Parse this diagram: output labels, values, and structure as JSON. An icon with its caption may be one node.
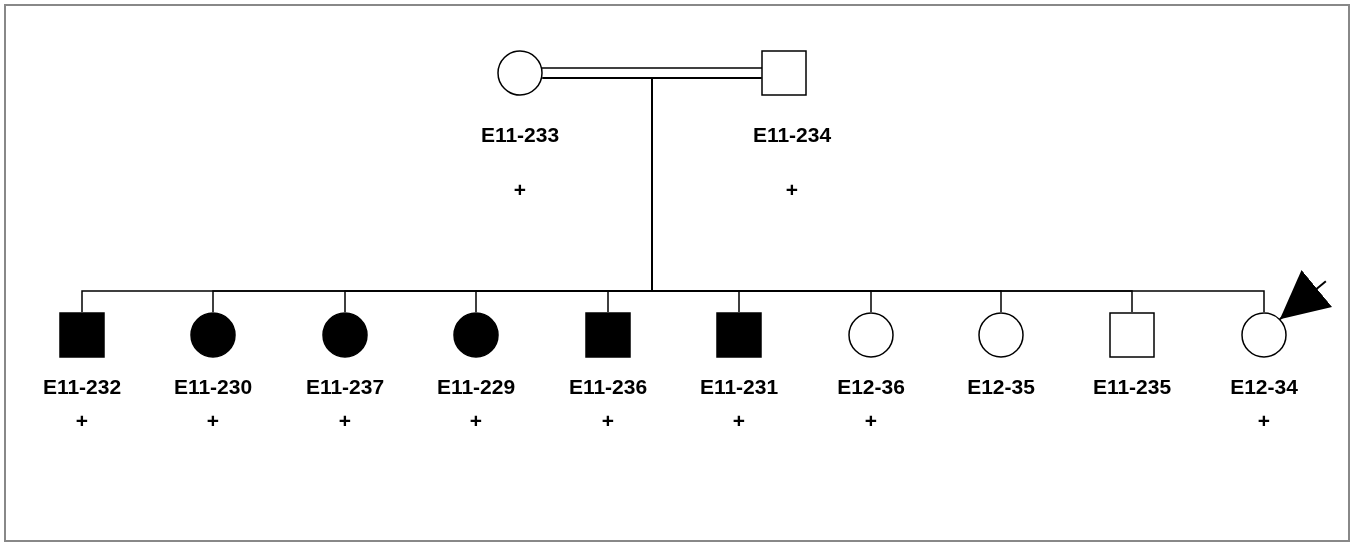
{
  "diagram": {
    "nodes": [
      {
        "text": [
          "E11-233",
          "+"
        ]
      },
      {
        "text": [
          "E11-234",
          "+"
        ]
      },
      {
        "text": [
          "E11-232",
          "+"
        ]
      },
      {
        "text": [
          "E11-230",
          "+"
        ]
      },
      {
        "text": [
          "E11-237",
          "+"
        ]
      },
      {
        "text": [
          "E11-229",
          "+"
        ]
      },
      {
        "text": [
          "E11-236",
          "+"
        ]
      },
      {
        "text": [
          "E11-231",
          "+"
        ]
      },
      {
        "text": [
          "E12-36",
          "+"
        ]
      },
      {
        "text": [
          "E12-35"
        ]
      },
      {
        "text": [
          "E11-235"
        ]
      },
      {
        "text": [
          "E12-34",
          "+"
        ]
      }
    ],
    "edges": [
      {
        "from": 0,
        "to": 1,
        "arrow": "none"
      },
      {
        "from": 0,
        "to": 2,
        "arrow": "none"
      },
      {
        "from": 1,
        "to": 2,
        "arrow": "none"
      },
      {
        "from": 0,
        "to": 3,
        "arrow": "none"
      },
      {
        "from": 1,
        "to": 3,
        "arrow": "none"
      },
      {
        "from": 0,
        "to": 4,
        "arrow": "none"
      },
      {
        "from": 1,
        "to": 4,
        "arrow": "none"
      },
      {
        "from": 0,
        "to": 5,
        "arrow": "none"
      },
      {
        "from": 1,
        "to": 5,
        "arrow": "none"
      },
      {
        "from": 0,
        "to": 6,
        "arrow": "none"
      },
      {
        "from": 1,
        "to": 6,
        "arrow": "none"
      },
      {
        "from": 0,
        "to": 7,
        "arrow": "none"
      },
      {
        "from": 1,
        "to": 7,
        "arrow": "none"
      },
      {
        "from": 0,
        "to": 8,
        "arrow": "none"
      },
      {
        "from": 1,
        "to": 8,
        "arrow": "none"
      },
      {
        "from": 0,
        "to": 9,
        "arrow": "none"
      },
      {
        "from": 1,
        "to": 9,
        "arrow": "none"
      },
      {
        "from": 0,
        "to": 10,
        "arrow": "none"
      },
      {
        "from": 1,
        "to": 10,
        "arrow": "none"
      },
      {
        "from": 0,
        "to": 11,
        "arrow": "none"
      },
      {
        "from": 1,
        "to": 11,
        "arrow": "none"
      },
      {
        "from": null,
        "to": 11,
        "arrow": "to"
      }
    ]
  }
}
